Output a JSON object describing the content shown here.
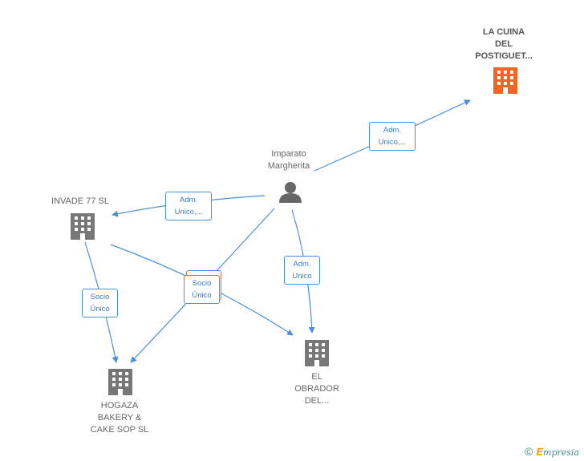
{
  "nodes": {
    "la_cuina": {
      "lines": [
        "LA CUINA",
        "DEL",
        "POSTIGUET..."
      ]
    },
    "person": {
      "lines": [
        "Imparato",
        "Margherita"
      ]
    },
    "invade": {
      "lines": [
        "INVADE 77  SL"
      ]
    },
    "hogaza": {
      "lines": [
        "HOGAZA",
        "BAKERY &",
        "CAKE SOP  SL"
      ]
    },
    "obrador": {
      "lines": [
        "EL",
        "OBRADOR",
        "DEL..."
      ]
    }
  },
  "edges": {
    "adm_cuina": [
      "Adm.",
      "Unico,..."
    ],
    "adm_invade": [
      "Adm.",
      "Unico,..."
    ],
    "adm_obrador": [
      "Adm.",
      "Unico"
    ],
    "socio_invade": [
      "Socio",
      "Único"
    ],
    "socio_center": [
      "Socio",
      "Único"
    ]
  },
  "colors": {
    "edge": "#4a90d9",
    "building": "#777777",
    "building_highlight": "#f26522",
    "person": "#666666"
  },
  "footer": {
    "copyright": "©",
    "brand_initial": "E",
    "brand_rest": "mpresia"
  }
}
